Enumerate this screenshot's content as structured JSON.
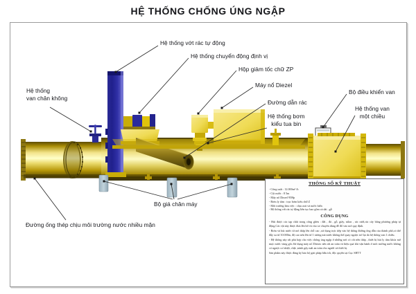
{
  "document": {
    "title": "HỆ THỐNG CHỐNG ÚNG NGẬP"
  },
  "callouts": {
    "vacuum_valve": "Hệ thống\nvan chân không",
    "trash_skimmer": "Hệ thống vớt rác tự động",
    "positioning_drive": "Hệ thống chuyển động định vị",
    "gearbox": "Hộp giảm tốc chữ ZP",
    "diesel_engine": "Máy nổ Diezel",
    "trash_conduit": "Đường dẫn rác",
    "turbine_pump": "Hệ thống bơm\nkiểu tua bin",
    "valve_controller": "Bộ điều khiển van",
    "check_valve": "Hệ thống van\nmột chiều",
    "machine_supports": "Bộ giá chân máy",
    "steel_pipeline": "Đường ống thép chịu môi trường nước nhiều mặn"
  },
  "spec_panel": {
    "heading": "THÔNG SỐ KỸ THUẬT",
    "items": [
      "- Công suất : 12.000m³ /h",
      "- Cột nước : 8   5m",
      "- Máy nổ Diezel 95Hp",
      "- Bơm ly tâm : trục bơm kiểu chữ Z",
      "- Môi trường làm việc : chịu axit và nước biển",
      "- Hệ thống vớt rác tự động liên tục bao gồm cả dải ..gỗ"
    ],
    "usage_heading": "CÔNG DỤNG",
    "usage_paragraphs": [
      "- Hút được các tạp chất trong cống ghèn : đất , đá , gỗ, giấy, nilon , rác rưởi,rác cây bằng phương pháp tự động.Các vật này được đưa lên bờ và vào xe chuyên dùng để đổ vào nơi quy định.",
      "- Bơm và hút nước từ nơi thấp lên chỗ cao ,xử dụng trực tiếp vào hệ thống đường ống dẫn của thành phố,có thể đẩy xa từ 10.000m, độ cao nén lên từ 1 tương mà nước không thể quay ngược trở lại do hệ thống van 1 chiều.",
      "- Hệ thống này rất phù hợp cho việc chống úng ngập ở những nơi có cốt nền thấp , thiết bị hút ly tâm khóa mở mực nước vùng gốc.Sử dụng máy nổ Diezeo nên rất an toàn và hiệu quả khi vận hành ở môi trường nước không có ngược cơ nhiệt, chật ,tránh gây mất an toàn cho người và thiết bị.",
      "Sản phẩm này được đăng ký bảo hộ giải pháp hữu ích, độc quyền tại Cục SHTT"
    ]
  },
  "colors": {
    "pipe_gold": "#d4b106",
    "pipe_gold_light": "#f5e27a",
    "pipe_gold_dark": "#6e5a05",
    "tower_blue": "#1d1d8e",
    "support_gray": "#a8bcc6",
    "frame_gray": "#9b9b9b",
    "text_dark": "#14151a"
  }
}
